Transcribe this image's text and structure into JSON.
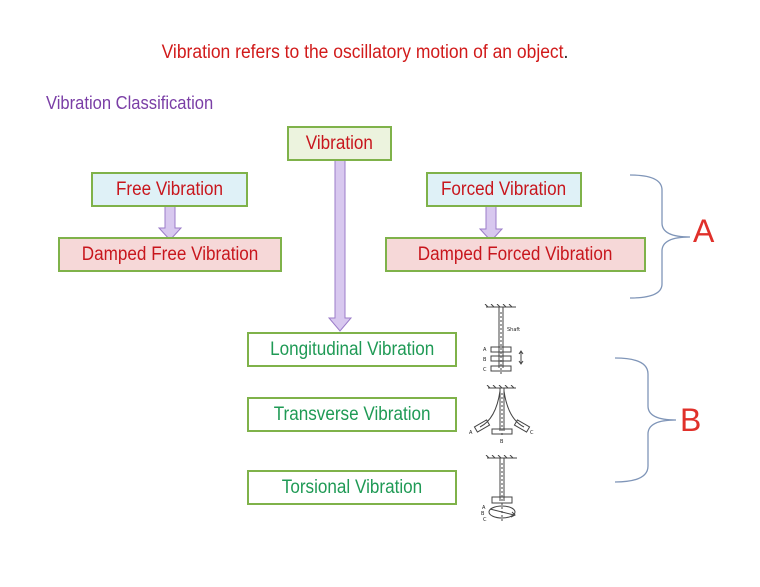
{
  "headline": {
    "text": "Vibration refers to the oscillatory motion of an object",
    "trailing": "."
  },
  "section_title": "Vibration Classification",
  "nodes": {
    "root": "Vibration",
    "free": "Free Vibration",
    "damped_free": "Damped Free Vibration",
    "forced": "Forced Vibration",
    "damped_forced": "Damped Forced Vibration",
    "longitudinal": "Longitudinal Vibration",
    "transverse": "Transverse Vibration",
    "torsional": "Torsional Vibration"
  },
  "groups": {
    "a_label": "A",
    "b_label": "B"
  },
  "figures": {
    "longitudinal": {
      "shaft_label": "Shaft",
      "point_labels": [
        "A",
        "B",
        "C"
      ]
    },
    "transverse": {
      "point_labels": [
        "A",
        "B",
        "C"
      ]
    },
    "torsional": {
      "point_labels": [
        "A",
        "B",
        "C"
      ]
    }
  },
  "colors": {
    "title_red": "#d11a1a",
    "section_purple": "#7a3ea6",
    "box_border_green": "#7fb24a",
    "node_text_red": "#c8161d",
    "node_text_green": "#1f9a55",
    "arrow_fill": "#d8c8ef",
    "arrow_stroke": "#9b7cc9",
    "brace_blue": "#7f95b8",
    "group_letter_red": "#e0302a"
  }
}
